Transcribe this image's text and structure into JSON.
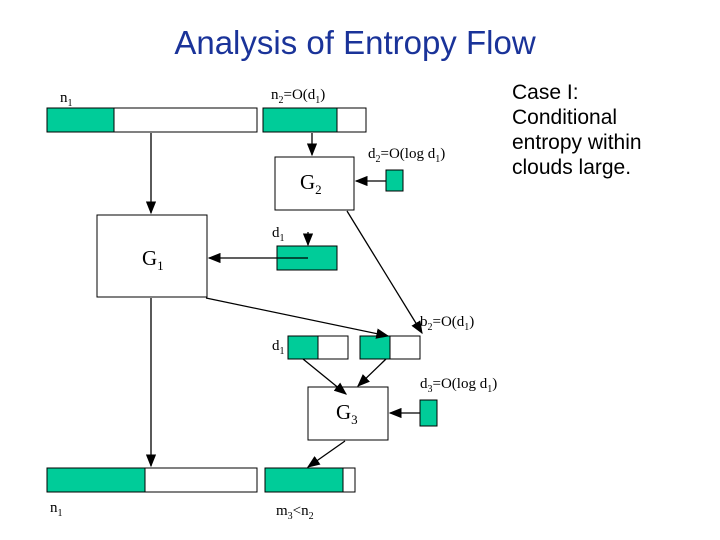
{
  "title": "Analysis of Entropy Flow",
  "colors": {
    "accent": "#00cc99",
    "title": "#1a3399",
    "stroke": "#000000"
  },
  "labels": {
    "n1_top": {
      "base": "n",
      "sub": "1",
      "tail": ""
    },
    "n2_top": {
      "base": "n",
      "sub": "2",
      "mid": "=O(d",
      "sub2": "1",
      "tail": ")"
    },
    "d2": {
      "base": "d",
      "sub": "2",
      "mid": "=O(log  d",
      "sub2": "1",
      "tail": ")"
    },
    "g2": {
      "base": "G",
      "sub": "2"
    },
    "g1": {
      "base": "G",
      "sub": "1"
    },
    "d1_mid": {
      "base": "d",
      "sub": "1"
    },
    "b2": {
      "base": "b",
      "sub": "2",
      "mid": "=O(d",
      "sub2": "1",
      "tail": ")"
    },
    "d1_row": {
      "base": "d",
      "sub": "1"
    },
    "d3": {
      "base": "d",
      "sub": "3",
      "mid": "=O(log  d",
      "sub2": "1",
      "tail": ")"
    },
    "g3": {
      "base": "G",
      "sub": "3"
    },
    "n1_bottom": {
      "base": "n",
      "sub": "1"
    },
    "m3": {
      "base": "m",
      "sub": "3",
      "mid": "<n",
      "sub2": "2"
    }
  },
  "case_text": [
    "Case I:",
    "Conditional",
    "entropy within",
    "clouds large."
  ]
}
